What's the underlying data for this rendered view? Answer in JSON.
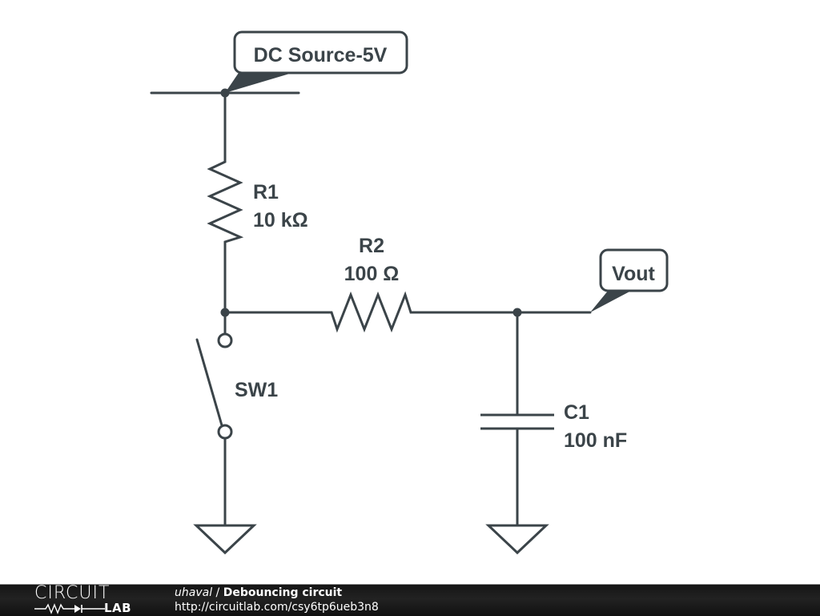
{
  "schematic": {
    "title": "Debouncing circuit",
    "components": {
      "source": {
        "flag_text": "DC Source-5V"
      },
      "r1": {
        "ref": "R1",
        "value": "10 kΩ"
      },
      "r2": {
        "ref": "R2",
        "value": "100 Ω"
      },
      "sw1": {
        "ref": "SW1"
      },
      "c1": {
        "ref": "C1",
        "value": "100 nF"
      },
      "vout": {
        "flag_text": "Vout"
      }
    },
    "colors": {
      "ink": "#3b4449",
      "background": "#ffffff"
    }
  },
  "footer": {
    "logo_top": "CIRCUIT",
    "logo_bottom": "LAB",
    "author": "uhaval",
    "separator": " / ",
    "title": "Debouncing circuit",
    "url": "http://circuitlab.com/csy6tp6ueb3n8"
  }
}
